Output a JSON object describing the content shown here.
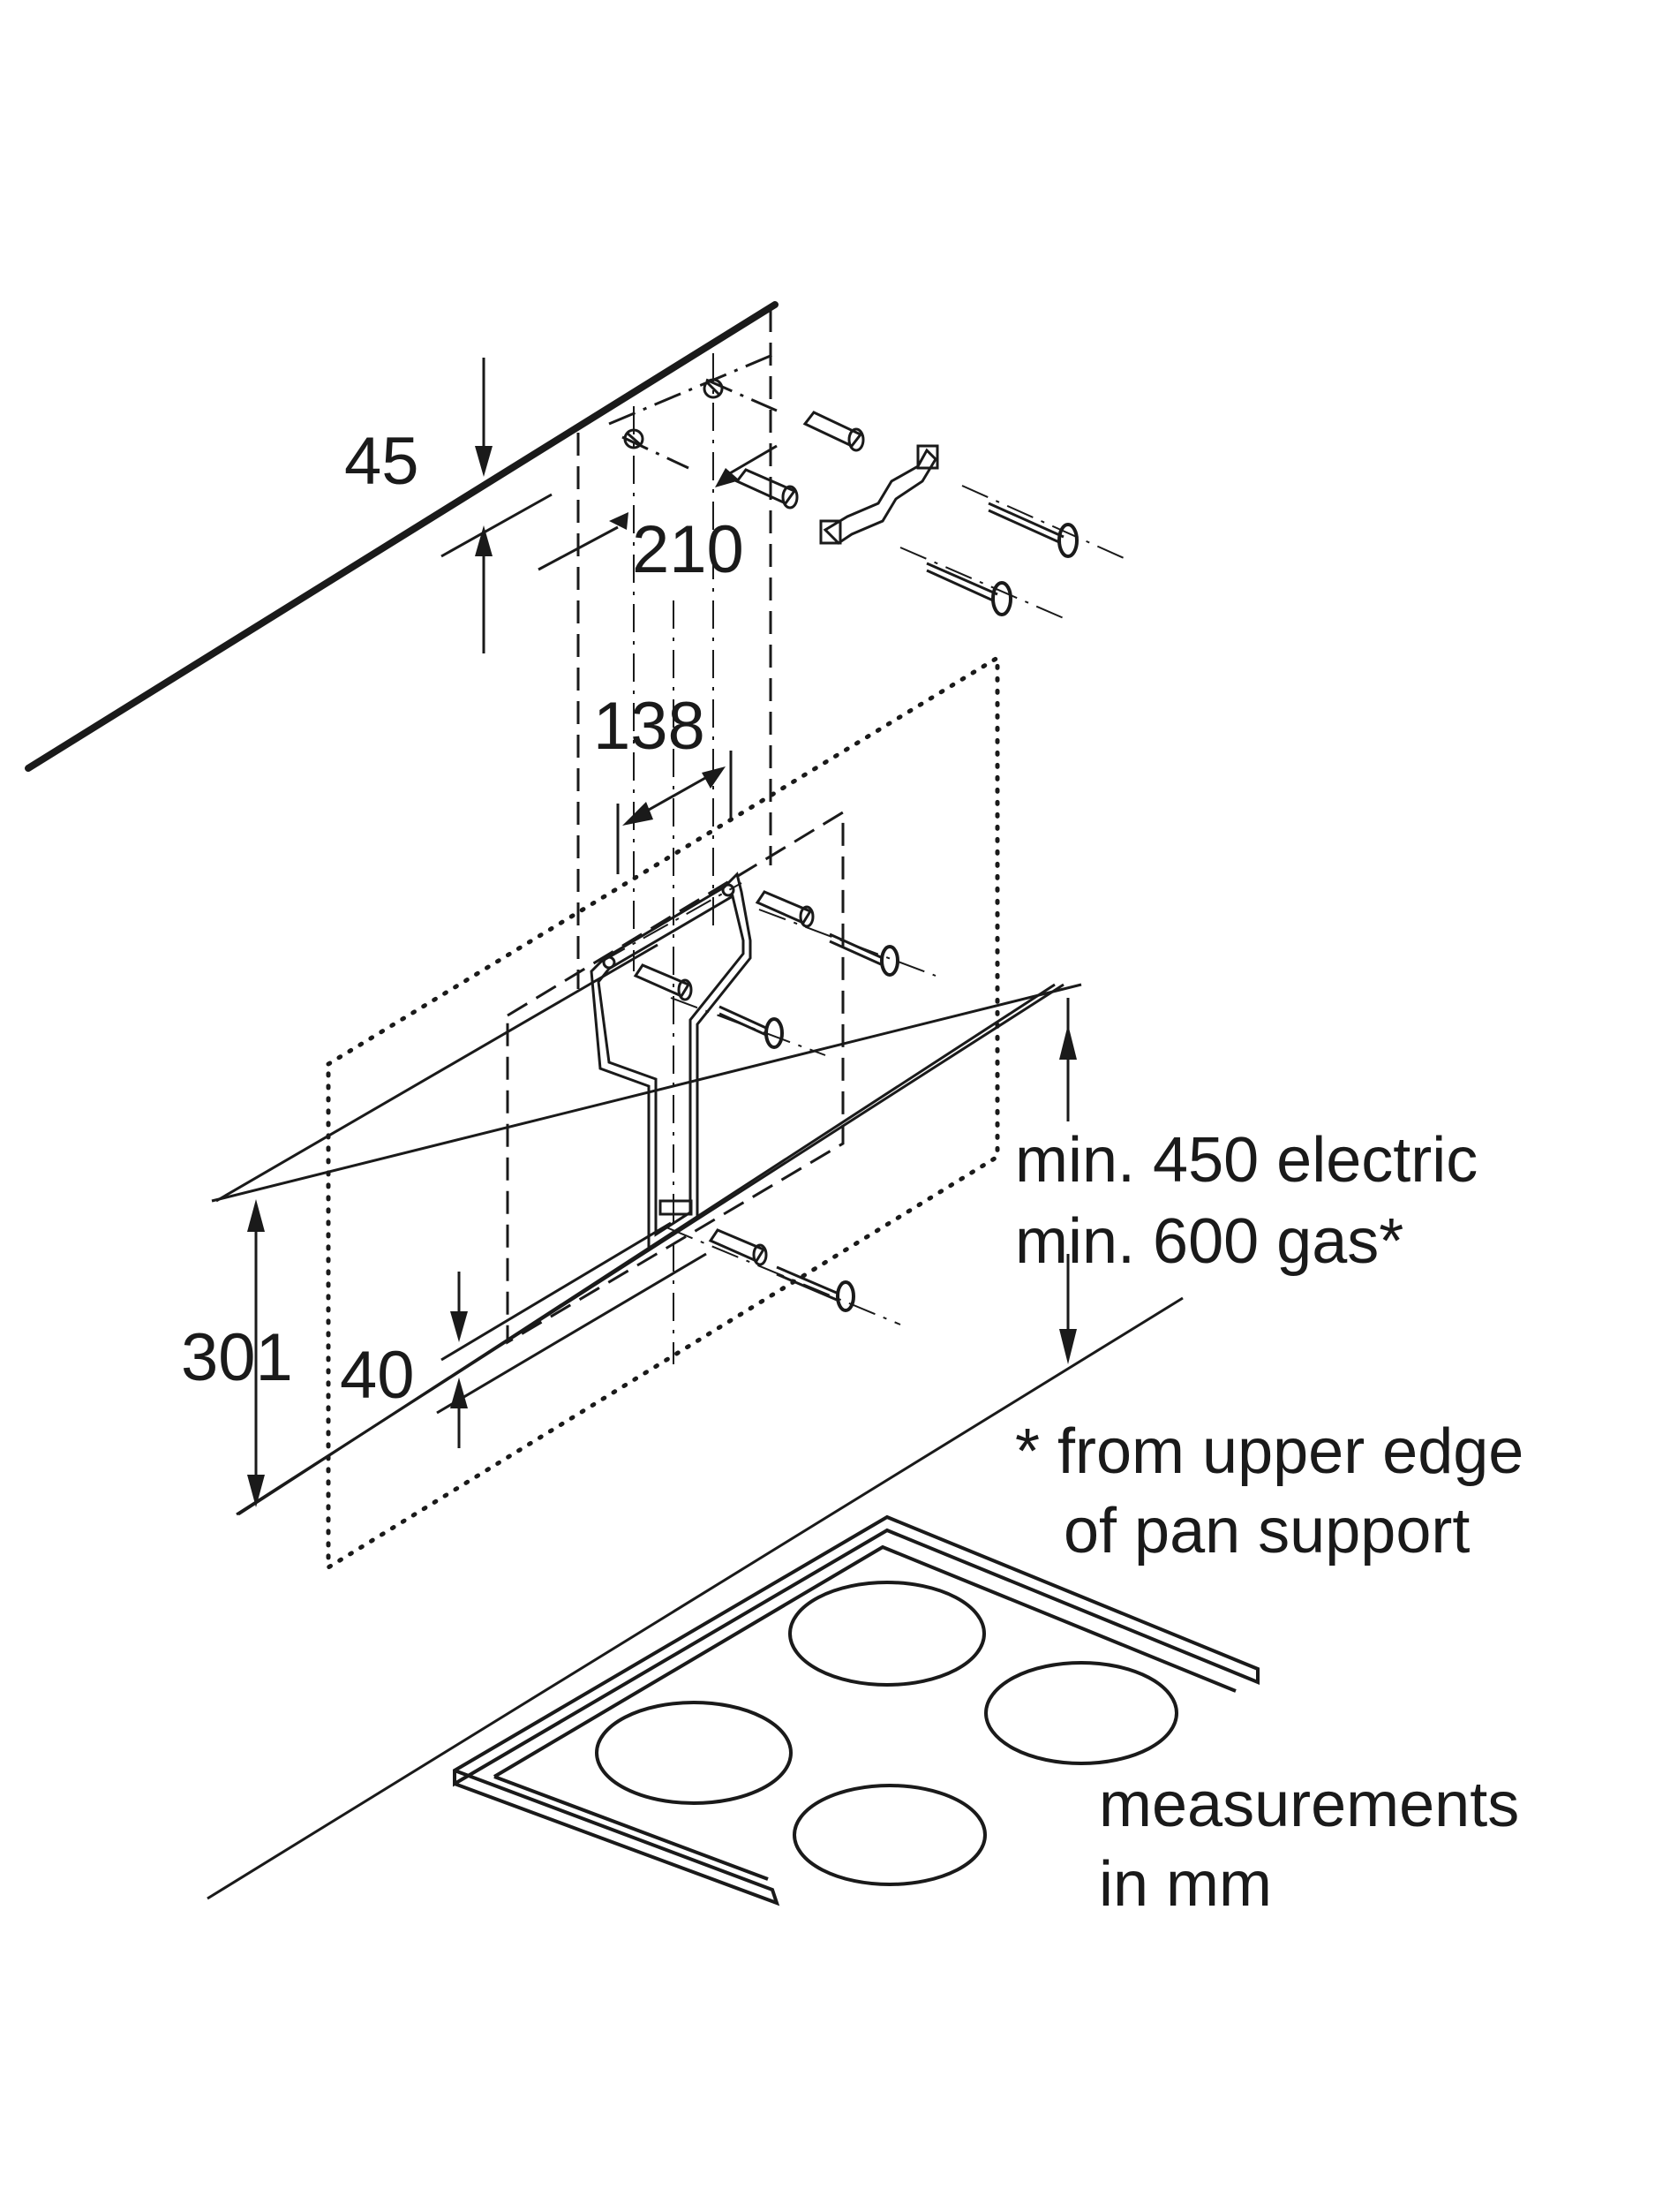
{
  "dimensions": {
    "wall_offset": "45",
    "hole_spacing_top": "210",
    "bracket_width": "138",
    "lower_height": "301",
    "lower_offset": "40"
  },
  "clearance": {
    "line1": "min. 450 electric",
    "line2": "min. 600 gas*"
  },
  "footnote": {
    "line1": "* from upper edge",
    "line2": "of pan support"
  },
  "units": {
    "line1": "measurements",
    "line2": "in mm"
  }
}
